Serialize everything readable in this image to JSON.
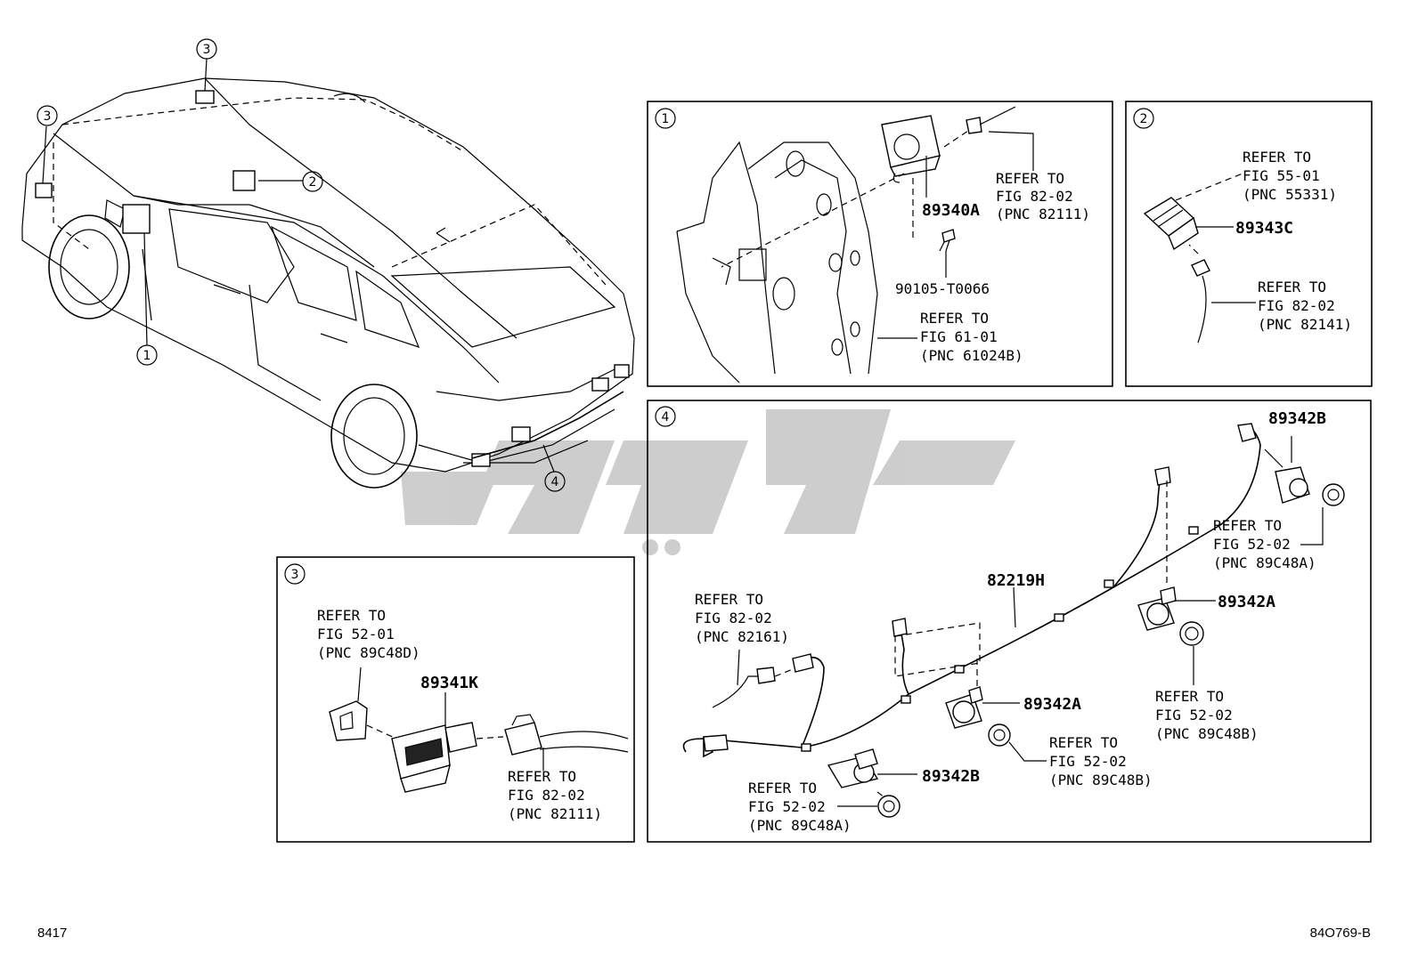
{
  "callouts": {
    "one": "1",
    "two": "2",
    "three": "3",
    "four": "4"
  },
  "panel1": {
    "part_89340A": "89340A",
    "part_90105": "90105-T0066",
    "ref_a": [
      "REFER TO",
      "FIG 82-02",
      "(PNC 82111)"
    ],
    "ref_b": [
      "REFER TO",
      "FIG 61-01",
      "(PNC 61024B)"
    ]
  },
  "panel2": {
    "part_89343C": "89343C",
    "ref_a": [
      "REFER TO",
      "FIG 55-01",
      "(PNC 55331)"
    ],
    "ref_b": [
      "REFER TO",
      "FIG 82-02",
      "(PNC 82141)"
    ]
  },
  "panel3": {
    "part_89341K": "89341K",
    "ref_a": [
      "REFER TO",
      "FIG 52-01",
      "(PNC 89C48D)"
    ],
    "ref_b": [
      "REFER TO",
      "FIG 82-02",
      "(PNC 82111)"
    ]
  },
  "panel4": {
    "part_82219H": "82219H",
    "part_89342B_top": "89342B",
    "part_89342A_right": "89342A",
    "part_89342A_mid": "89342A",
    "part_89342B_bottom": "89342B",
    "ref_82161": [
      "REFER TO",
      "FIG 82-02",
      "(PNC 82161)"
    ],
    "ref_48A_top": [
      "REFER TO",
      "FIG 52-02",
      "(PNC 89C48A)"
    ],
    "ref_48B_right": [
      "REFER TO",
      "FIG 52-02",
      "(PNC 89C48B)"
    ],
    "ref_48B_mid": [
      "REFER TO",
      "FIG 52-02",
      "(PNC 89C48B)"
    ],
    "ref_48A_bottom": [
      "REFER TO",
      "FIG 52-02",
      "(PNC 89C48A)"
    ]
  },
  "footer": {
    "left_code": "8417",
    "right_code": "84O769-B"
  }
}
